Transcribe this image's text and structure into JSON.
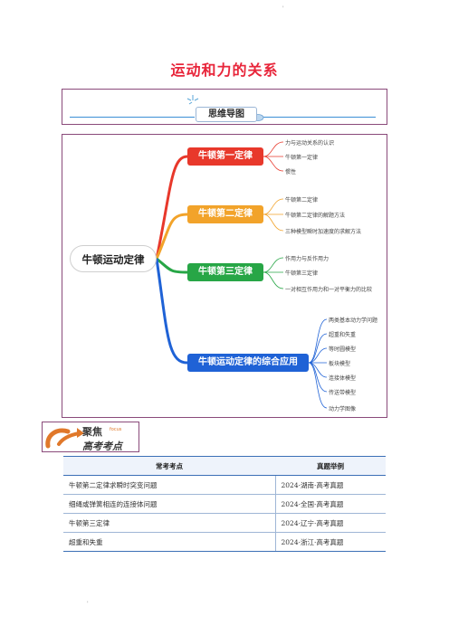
{
  "page_marks": {
    "top": "'",
    "bottom": "'"
  },
  "title": "运动和力的关系",
  "mindmap_header": "思维导图",
  "mindmap": {
    "root": "牛顿运动定律",
    "branches": [
      {
        "label": "牛顿第一定律",
        "color": "#e8382b",
        "leaves": [
          "力与运动关系的认识",
          "牛顿第一定律",
          "惯性"
        ]
      },
      {
        "label": "牛顿第二定律",
        "color": "#f2a32a",
        "leaves": [
          "牛顿第二定律",
          "牛顿第二定律的解题方法",
          "三种模型瞬时加速度的求解方法"
        ]
      },
      {
        "label": "牛顿第三定律",
        "color": "#27a646",
        "leaves": [
          "作用力与反作用力",
          "牛顿第三定律",
          "一对相互作用力和一对平衡力的比较"
        ]
      },
      {
        "label": "牛顿运动定律的综合应用",
        "color": "#1f62d6",
        "leaves": [
          "两类基本动力学问题",
          "超重和失重",
          "等时圆模型",
          "板块模型",
          "连接体模型",
          "传送带模型",
          "动力学图像"
        ]
      }
    ]
  },
  "focus_banner": {
    "line1": "聚焦",
    "tag": "focus",
    "line2": "高考考点"
  },
  "table": {
    "headers": [
      "常考考点",
      "真题举例"
    ],
    "rows": [
      [
        "牛顿第二定律求瞬时突变问题",
        "2024·湖南·高考真题"
      ],
      [
        "细绳或弹簧相连的连接体问题",
        "2024·全国·高考真题"
      ],
      [
        "牛顿第三定律",
        "2024·辽宁·高考真题"
      ],
      [
        "超重和失重",
        "2024·浙江·高考真题"
      ]
    ]
  }
}
